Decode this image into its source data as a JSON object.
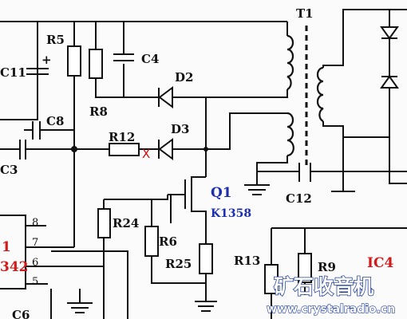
{
  "labels": {
    "t1": "T1",
    "r5": "R5",
    "c4": "C4",
    "c11": "C11",
    "plus": "+",
    "d2": "D2",
    "r8": "R8",
    "c8": "C8",
    "r12": "R12",
    "x_mark": "X",
    "d3": "D3",
    "c3": "C3",
    "q1": "Q1",
    "q1_part": "K1358",
    "c12": "C12",
    "r24": "R24",
    "r6": "R6",
    "r25": "R25",
    "r13": "R13",
    "r9": "R9",
    "ic4": "IC4",
    "ic_left_label": "1",
    "ic_left_part": "342",
    "c6_partial": "C6"
  },
  "ic_pins": [
    "8",
    "7",
    "6",
    "5"
  ],
  "watermark": {
    "text": "矿石收音机",
    "url": "www.crystalradio.cn"
  },
  "colors": {
    "annotation_blue": "#1b2fb0",
    "annotation_red": "#d21a1a",
    "watermark_blue": "#1c3d9a"
  }
}
